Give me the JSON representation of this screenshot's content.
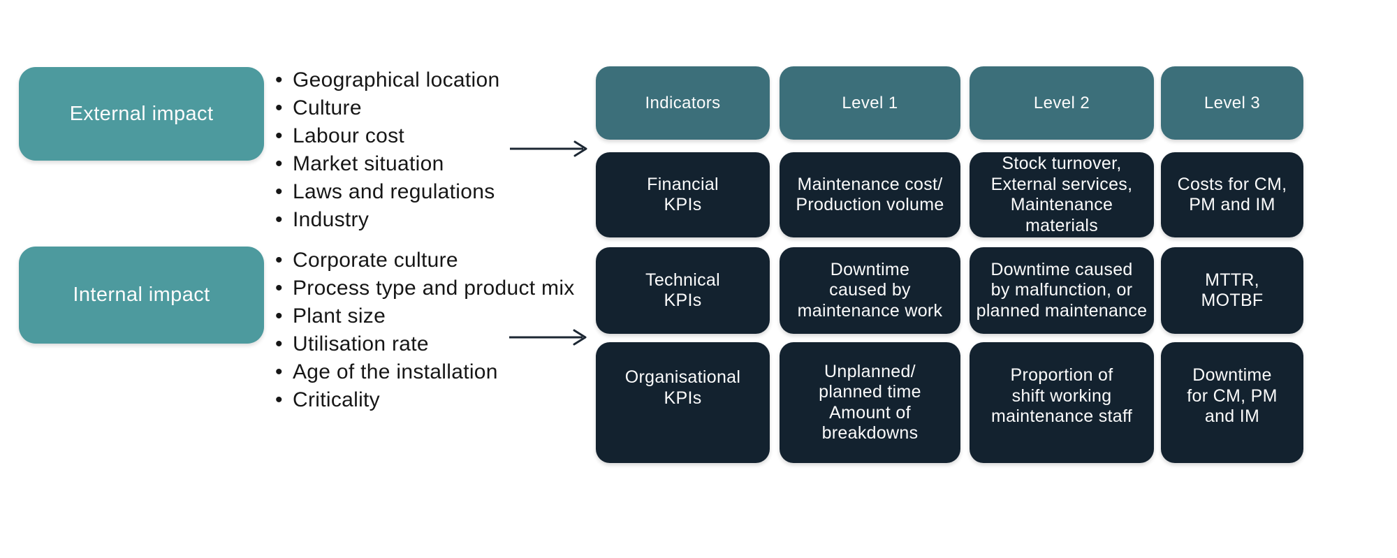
{
  "impacts": [
    {
      "label": "External impact",
      "bullets": [
        "Geographical location",
        "Culture",
        "Labour cost",
        "Market situation",
        "Laws and regulations",
        "Industry"
      ]
    },
    {
      "label": "Internal impact",
      "bullets": [
        "Corporate culture",
        "Process type and product mix",
        "Plant size",
        "Utilisation rate",
        "Age of the installation",
        "Criticality"
      ]
    }
  ],
  "matrix": {
    "headers": [
      "Indicators",
      "Level 1",
      "Level 2",
      "Level 3"
    ],
    "rows": [
      {
        "cells": [
          "Financial\nKPIs",
          "Maintenance cost/\nProduction volume",
          "Stock turnover,\nExternal services,\nMaintenance materials",
          "Costs for CM,\nPM and IM"
        ]
      },
      {
        "cells": [
          "Technical\nKPIs",
          "Downtime\ncaused by\nmaintenance work",
          "Downtime caused\nby malfunction, or\nplanned maintenance",
          "MTTR,\nMOTBF"
        ]
      },
      {
        "cells": [
          "Organisational\nKPIs",
          "Unplanned/\nplanned time\nAmount of\nbreakdowns",
          "Proportion of\nshift working\nmaintenance staff",
          "Downtime\nfor CM, PM\nand IM"
        ]
      }
    ]
  },
  "colors": {
    "impact_teal": "#4d9a9e",
    "header_teal": "#3c6f7a",
    "cell_navy": "#13222f",
    "text_on_dark": "#fbfbfb",
    "body_text": "#161616",
    "arrow_color": "#1c2733"
  }
}
